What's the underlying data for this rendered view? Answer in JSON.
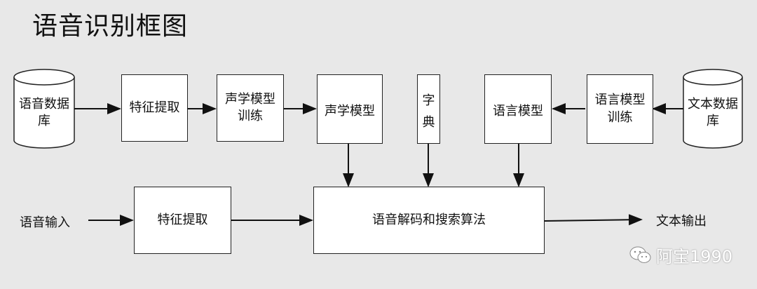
{
  "title": "语音识别框图",
  "top_row": {
    "speech_db": "语音数据库",
    "feature_extract_1": "特征提取",
    "acoustic_training": "声学模型训练",
    "acoustic_model": "声学模型",
    "dictionary": "字典",
    "language_model": "语言模型",
    "lm_training": "语言模型训练",
    "text_db": "文本数据库"
  },
  "bottom_row": {
    "input_label": "语音输入",
    "feature_extract_2": "特征提取",
    "decoder": "语音解码和搜索算法",
    "output_label": "文本输出"
  },
  "watermark": {
    "text": "阿宝1990",
    "icon": "wechat-icon"
  }
}
